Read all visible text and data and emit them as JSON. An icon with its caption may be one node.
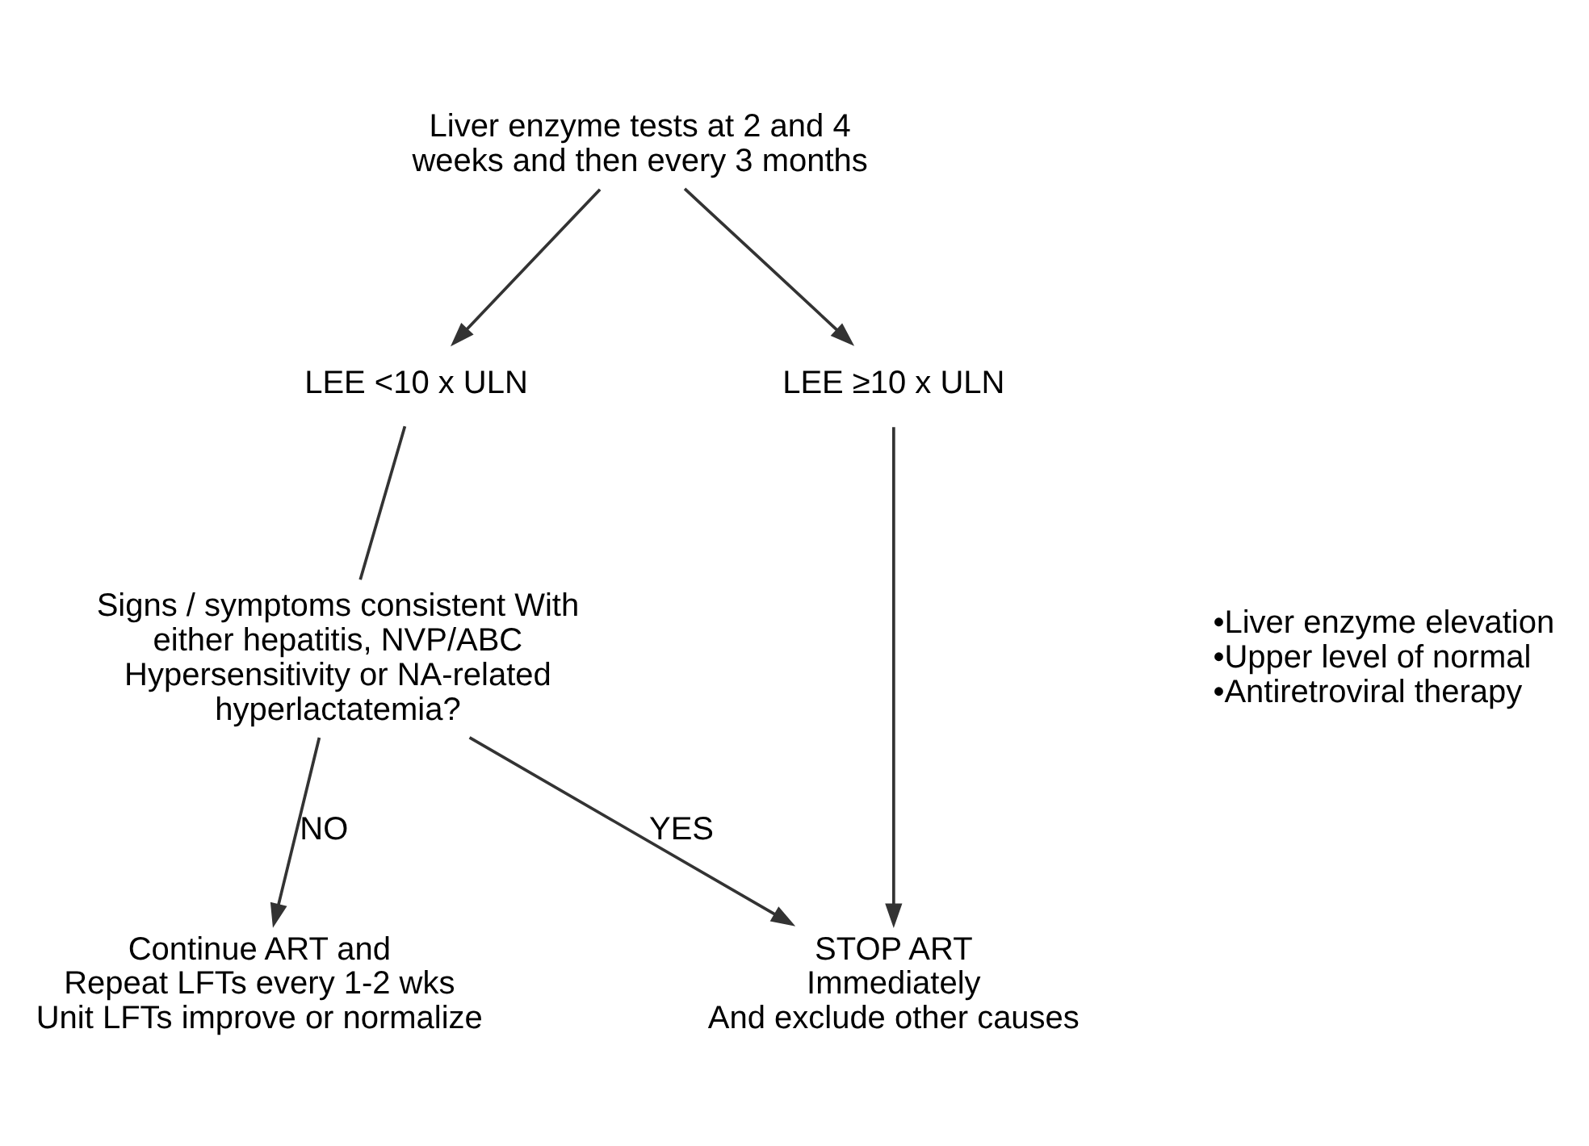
{
  "diagram": {
    "nodes": [
      {
        "text": [
          "Liver enzyme tests at 2 and 4 weeks and then every 3 months"
        ]
      },
      {
        "text": [
          "LEE <10 x ULN"
        ]
      },
      {
        "text": [
          "LEE ≥10 x ULN"
        ]
      },
      {
        "text": [
          "Signs / symptoms consistent With either hepatitis, NVP/ABC Hypersensitivity or NA-related hyperlactatemia?"
        ]
      },
      {
        "text": [
          "Continue ART and",
          "Repeat LFTs every 1-2 wks",
          "Unit LFTs improve or normalize"
        ]
      },
      {
        "text": [
          "STOP ART",
          "Immediately",
          "And exclude other causes"
        ]
      }
    ],
    "edges": [
      {
        "from": 0,
        "to": 1,
        "arrow": "to"
      },
      {
        "from": 0,
        "to": 2,
        "arrow": "to"
      },
      {
        "from": 1,
        "to": 3,
        "arrow": "none"
      },
      {
        "from": 3,
        "to": 4,
        "label": "NO",
        "arrow": "to"
      },
      {
        "from": 3,
        "to": 5,
        "label": "YES",
        "arrow": "to"
      },
      {
        "from": 2,
        "to": 5,
        "arrow": "to"
      }
    ],
    "labels": [
      "•Liver enzyme elevation",
      "•Upper level of normal",
      "•Antiretroviral therapy"
    ]
  }
}
